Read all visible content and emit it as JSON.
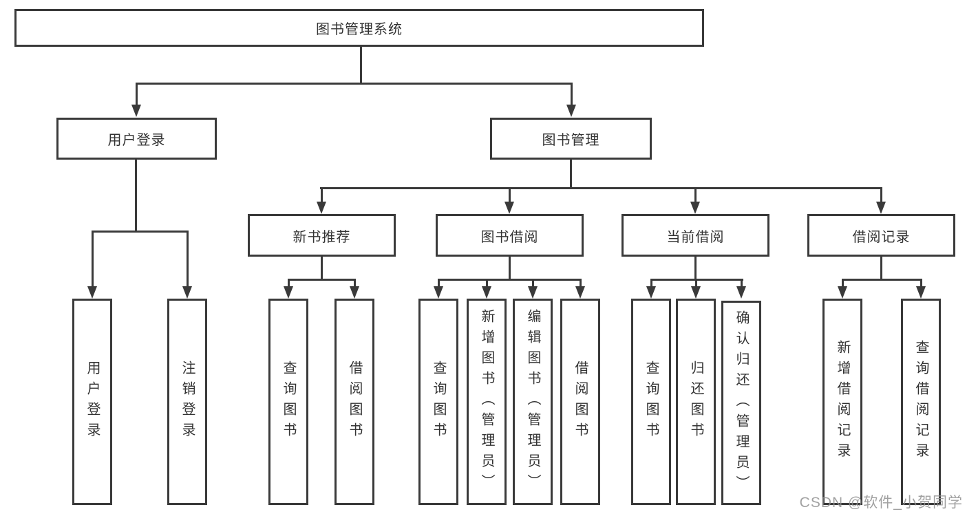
{
  "diagram": {
    "title_note": "functional structure tree",
    "root": {
      "label": "图书管理系统"
    },
    "branches": [
      {
        "label": "用户登录",
        "children": [
          {
            "label": "用户登录"
          },
          {
            "label": "注销登录"
          }
        ]
      },
      {
        "label": "图书管理",
        "children": [
          {
            "label": "新书推荐",
            "children": [
              {
                "label": "查询图书"
              },
              {
                "label": "借阅图书"
              }
            ]
          },
          {
            "label": "图书借阅",
            "children": [
              {
                "label": "查询图书"
              },
              {
                "label": "新增图书（管理员）"
              },
              {
                "label": "编辑图书（管理员）"
              },
              {
                "label": "借阅图书"
              }
            ]
          },
          {
            "label": "当前借阅",
            "children": [
              {
                "label": "查询图书"
              },
              {
                "label": "归还图书"
              },
              {
                "label": "确认归还（管理员）"
              }
            ]
          },
          {
            "label": "借阅记录",
            "children": [
              {
                "label": "新增借阅记录"
              },
              {
                "label": "查询借阅记录"
              }
            ]
          }
        ]
      }
    ]
  },
  "watermark": {
    "text": "CSDN @软件_小贺同学"
  },
  "colors": {
    "line": "#3a3a3a",
    "text": "#333333",
    "background": "#ffffff",
    "watermark": "#919191"
  }
}
